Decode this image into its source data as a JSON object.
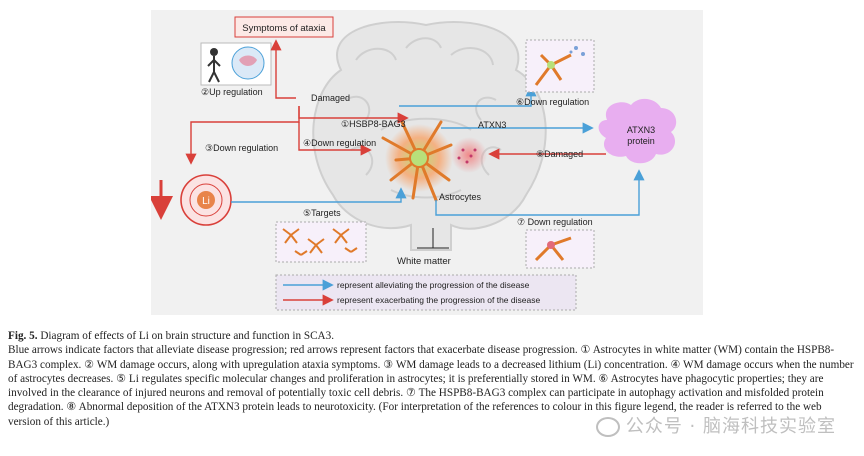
{
  "figure": {
    "labels": {
      "symptoms": "Symptoms of ataxia",
      "up_regulation": "②Up regulation",
      "damaged": "Damaged",
      "hsbp8_bag3": "①HSBP8-BAG3",
      "down_regulation_4": "④Down regulation",
      "down_regulation_3": "③Down regulation",
      "down_regulation_6": "⑥Down regulation",
      "atxn3": "ATXN3",
      "atxn3_protein_line1": "ATXN3",
      "atxn3_protein_line2": "protein",
      "damaged_8": "⑧Damaged",
      "li": "Li",
      "targets": "⑤Targets",
      "astrocytes": "Astrocytes",
      "down_regulation_7": "⑦ Down regulation",
      "white_matter": "White matter"
    },
    "legend": {
      "blue": "represent alleviating the progression of the disease",
      "red": "represent exacerbating the progression of the disease"
    },
    "colors": {
      "blue_arrow": "#4aa0d8",
      "red_arrow": "#d9403a",
      "legend_bg": "#ece6f2",
      "protein": "#e8aef0"
    }
  },
  "caption": {
    "fig_no": "Fig. 5.",
    "fig_title": "Diagram of effects of Li on brain structure and function in SCA3.",
    "body": "Blue arrows indicate factors that alleviate disease progression; red arrows represent factors that exacerbate disease progression. ① Astrocytes in white matter (WM) contain the HSPB8-BAG3 complex. ② WM damage occurs, along with upregulation ataxia symptoms. ③ WM damage leads to a decreased lithium (Li) concentration. ④ WM damage occurs when the number of astrocytes decreases. ⑤ Li regulates specific molecular changes and proliferation in astrocytes; it is preferentially stored in WM. ⑥ Astrocytes have phagocytic properties; they are involved in the clearance of injured neurons and removal of potentially toxic cell debris. ⑦ The HSPB8-BAG3 complex can participate in autophagy activation and misfolded protein degradation. ⑧ Abnormal deposition of the ATXN3 protein leads to neurotoxicity. (For interpretation of the references to colour in this figure legend, the reader is referred to the web version of this article.)"
  },
  "watermark": "公众号 · 脑海科技实验室"
}
